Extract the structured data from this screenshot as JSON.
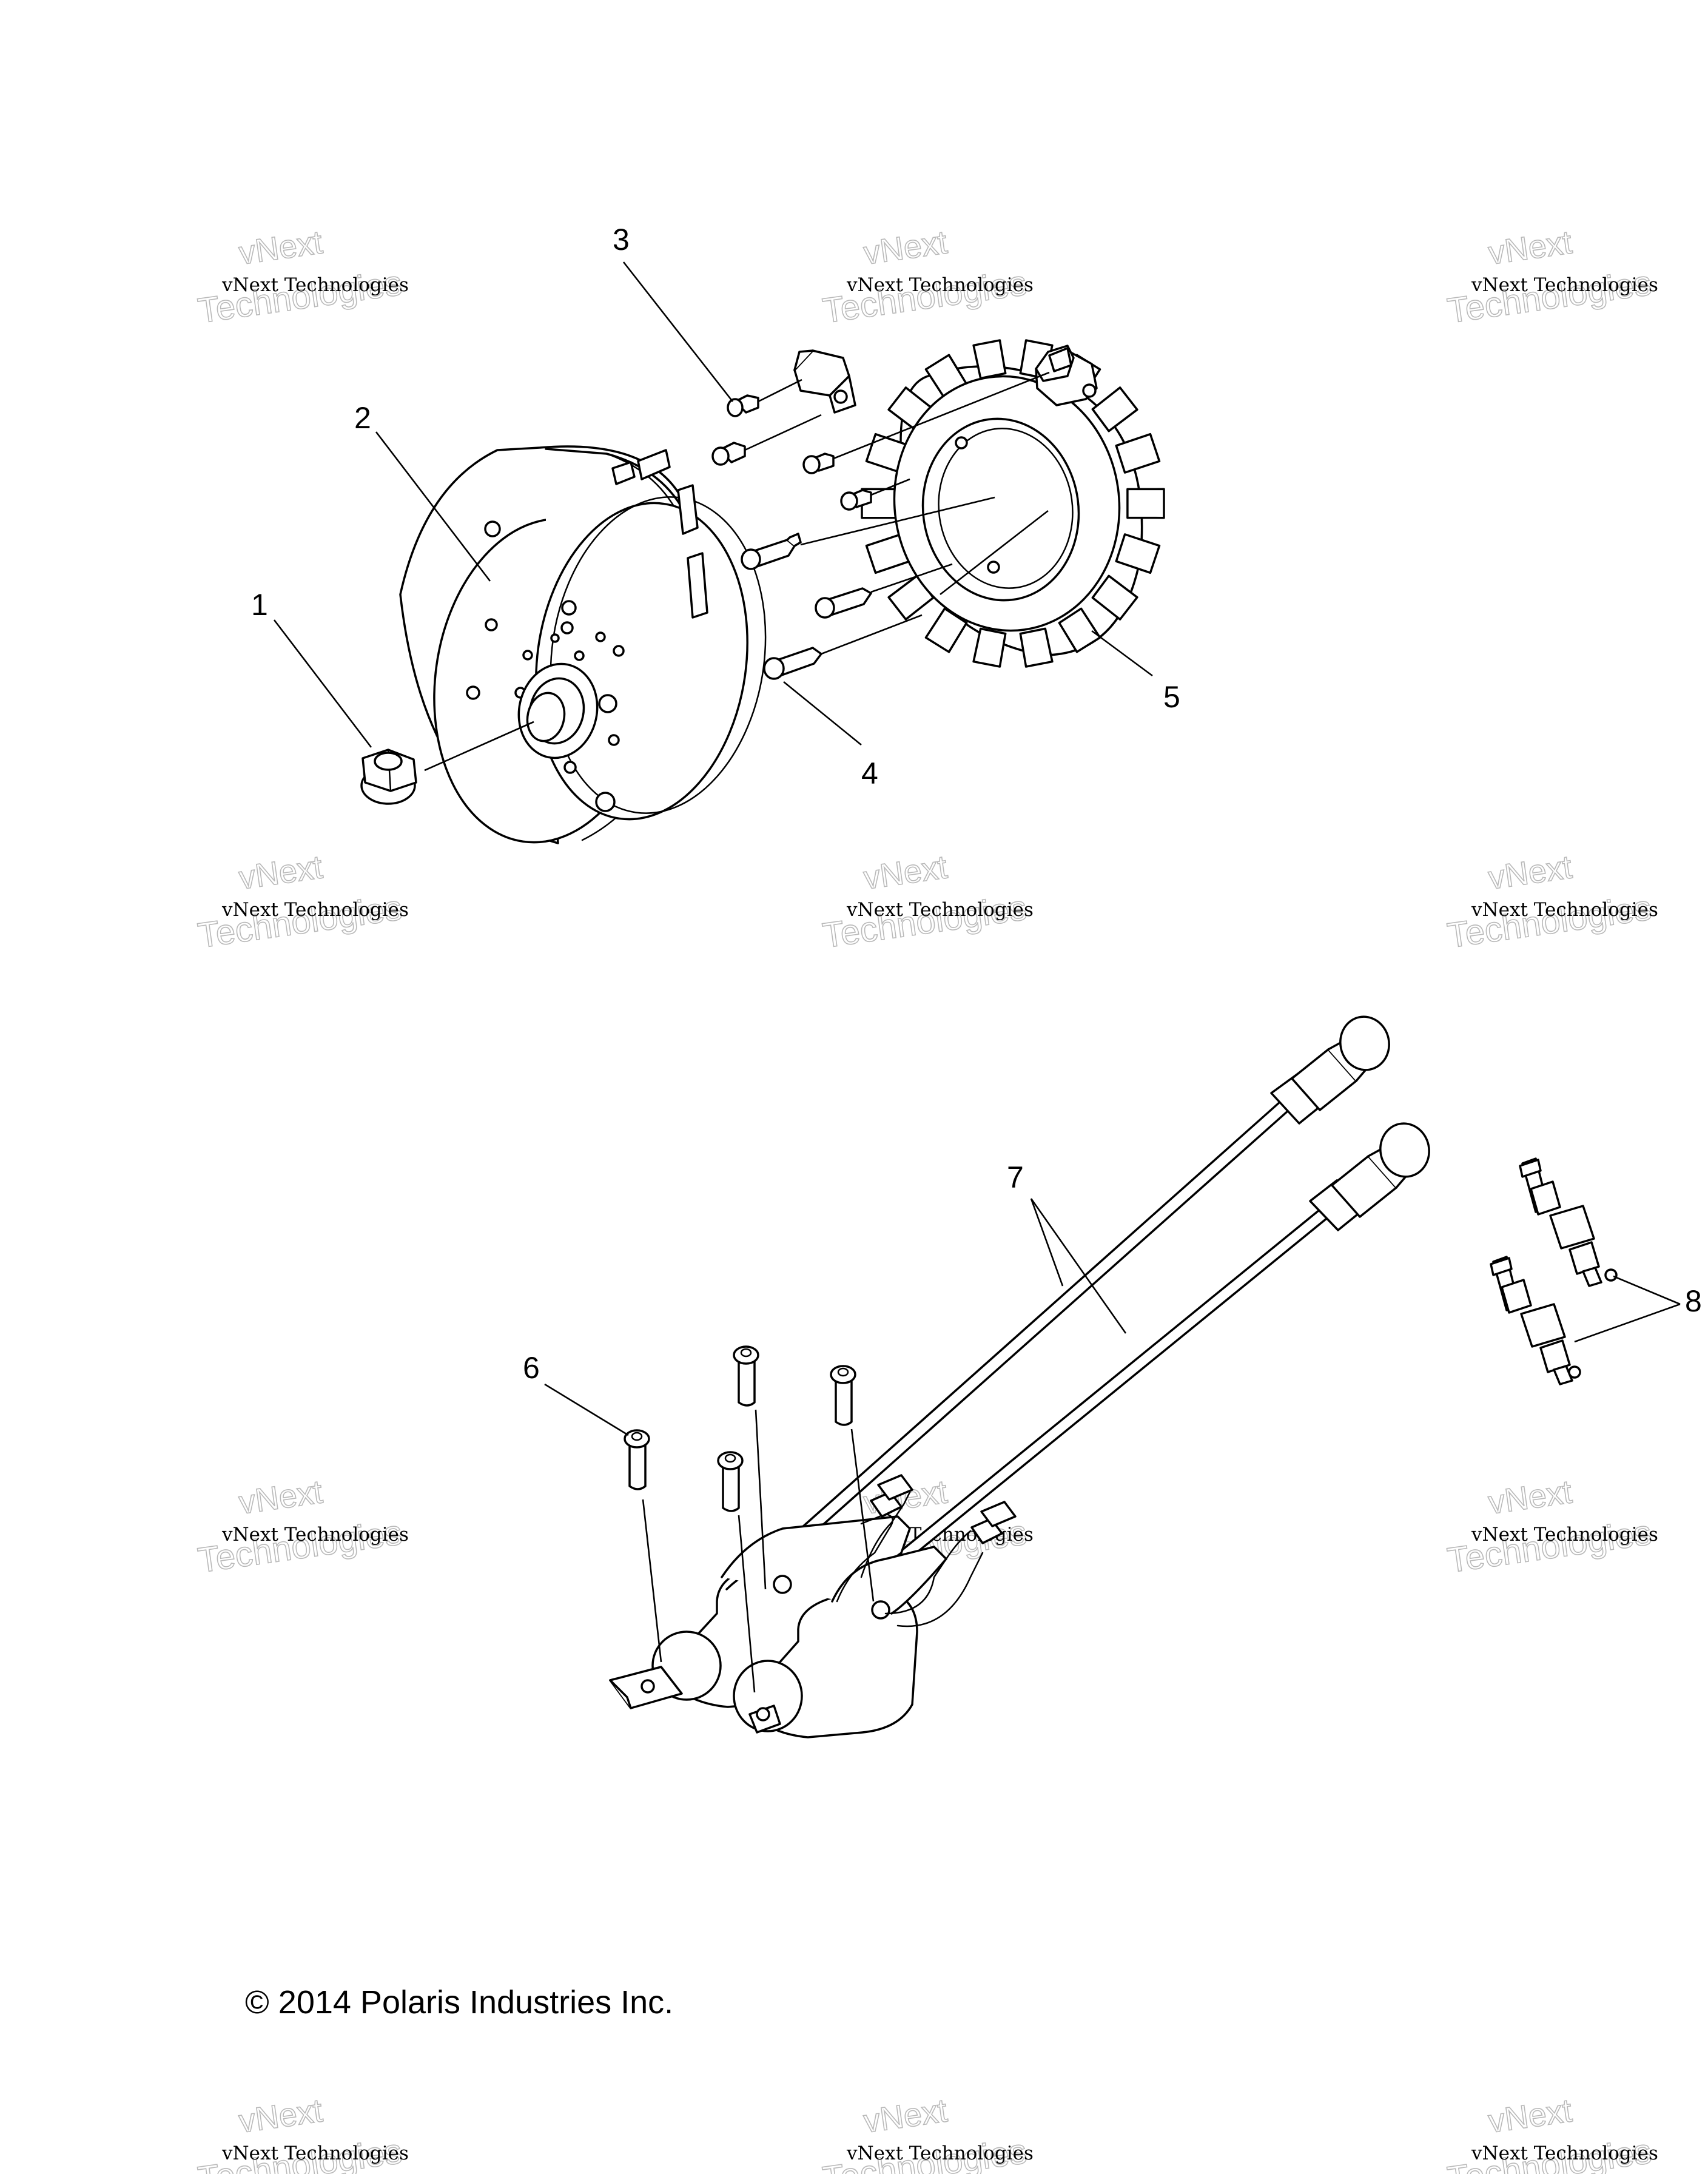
{
  "diagram": {
    "callouts": [
      "1",
      "2",
      "3",
      "4",
      "5",
      "6",
      "7",
      "8"
    ],
    "copyright": "© 2014 Polaris Industries Inc.",
    "watermark": {
      "line1": "vNext Technologies",
      "line2": "vNext",
      "line3": "Technologies"
    }
  }
}
